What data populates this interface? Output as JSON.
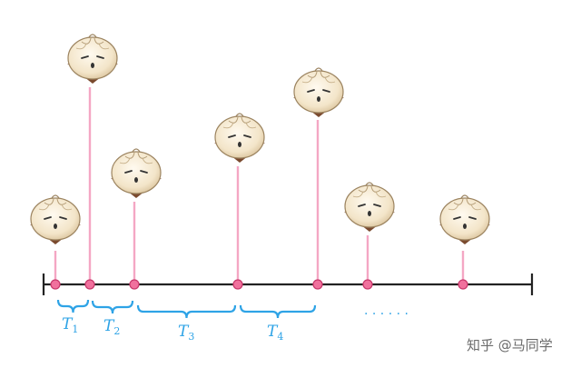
{
  "diagram": {
    "accent_color": "#2ea3e6",
    "spike_color": "#f4a7c4",
    "dot_fill": "#f0719d",
    "dot_stroke": "#c8386b",
    "axis_color": "#222222",
    "bun_icon": "steamed-bun-face-icon",
    "intervals": [
      {
        "base": "T",
        "sub": "1"
      },
      {
        "base": "T",
        "sub": "2"
      },
      {
        "base": "T",
        "sub": "3"
      },
      {
        "base": "T",
        "sub": "4"
      }
    ],
    "ellipsis": "· · · · · ·"
  },
  "watermark": "知乎 @马同学"
}
